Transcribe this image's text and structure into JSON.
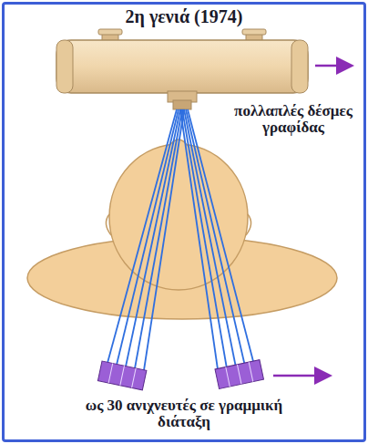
{
  "diagram": {
    "title": "2η γενιά (1974)",
    "labels": [
      "πολλαπλές δέσμες γραφίδας",
      "ως 30 ανιχνευτές σε γραμμική διάταξη"
    ]
  }
}
